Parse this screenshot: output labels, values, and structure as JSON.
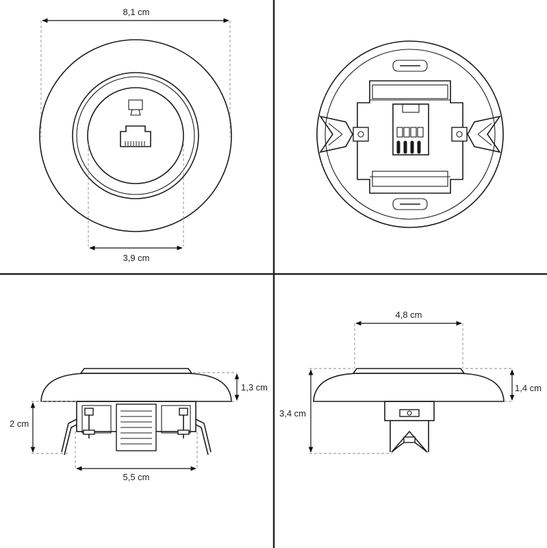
{
  "panels": {
    "front": {
      "width_label": "8,1 cm",
      "inner_label": "3,9 cm"
    },
    "back": {},
    "side": {
      "height_label": "2 cm",
      "cap_label": "1,3 cm",
      "width_label": "5,5 cm"
    },
    "profile": {
      "width_label": "4,8 cm",
      "total_label": "3,4 cm",
      "cap_label": "1,4 cm"
    }
  },
  "colors": {
    "line": "#1a1a1a",
    "grid": "#222222",
    "dash": "#8a8a8a",
    "background": "#ffffff"
  },
  "icons": [
    "rj45-socket-icon",
    "monitor-icon"
  ]
}
